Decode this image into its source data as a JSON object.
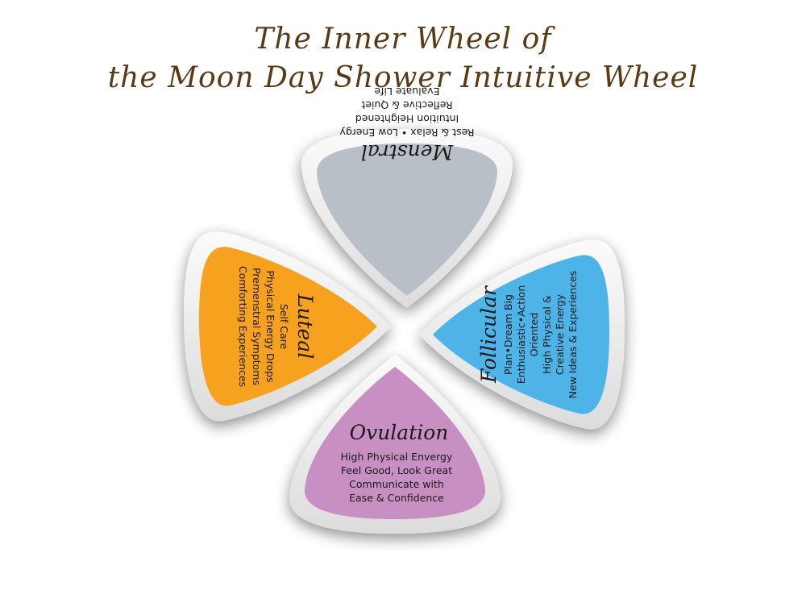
{
  "title": {
    "line1": "The Inner Wheel of",
    "line2": "the Moon Day Shower Intuitive Wheel"
  },
  "colors": {
    "title": "#5a3a14",
    "menstral": "#b9bfc6",
    "follicular": "#4eb3e6",
    "ovulation": "#c78fc2",
    "luteal": "#f7a21e",
    "rim": "#eeeeee"
  },
  "petals": {
    "menstral": {
      "name": "Menstral",
      "lines": [
        "Rest & Relax • Low Energy",
        "Intuition Heightened",
        "Reflective & Quiet",
        "Evaluate Life"
      ]
    },
    "follicular": {
      "name": "Follicular",
      "lines": [
        "Plan•Dream Big",
        "Enthusiastic•Action",
        "Oriented",
        "High Physical &",
        "Creative Energy",
        "New Ideas & Experiences"
      ]
    },
    "ovulation": {
      "name": "Ovulation",
      "lines": [
        "High Physical Envergy",
        "Feel Good, Look Great",
        "Communicate with",
        "Ease & Confidence"
      ]
    },
    "luteal": {
      "name": "Luteal",
      "lines": [
        "Self Care",
        "Physical Energy Drops",
        "Premenstral Symptoms",
        "Comforting Experiences"
      ]
    }
  }
}
